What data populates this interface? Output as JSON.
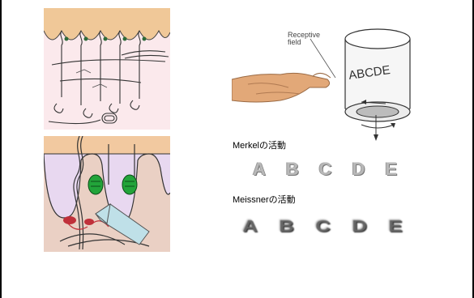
{
  "experiment": {
    "receptive_label": "Receptive\nfield",
    "cylinder_letters": "ABCDE"
  },
  "merkel": {
    "label": "Merkelの活動",
    "letters": [
      "A",
      "B",
      "C",
      "D",
      "E"
    ]
  },
  "meissner": {
    "label": "Meissnerの活動",
    "letters": [
      "A",
      "B",
      "C",
      "D",
      "E"
    ]
  }
}
